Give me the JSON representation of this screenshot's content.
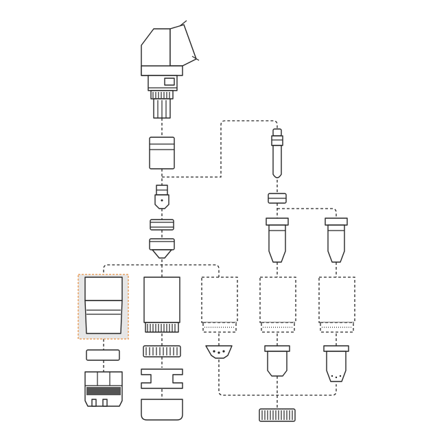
{
  "diagram": {
    "parts": [
      {
        "id": "torch-head",
        "icon": "torch-head-icon"
      },
      {
        "id": "torch-body-threads",
        "icon": "thread-fitting-icon"
      },
      {
        "id": "retaining-cap-adapter",
        "icon": "sleeve-icon"
      },
      {
        "id": "electrode",
        "icon": "electrode-icon"
      },
      {
        "id": "swirl-ring",
        "icon": "ring-icon"
      },
      {
        "id": "nozzle",
        "icon": "nozzle-icon"
      },
      {
        "id": "long-electrode",
        "icon": "probe-icon"
      },
      {
        "id": "small-swirl-ring",
        "icon": "ring-icon"
      },
      {
        "id": "nozzle-a",
        "icon": "nozzle-icon"
      },
      {
        "id": "nozzle-b",
        "icon": "nozzle-icon"
      },
      {
        "id": "retaining-cap-selected",
        "icon": "cap-icon",
        "selected": true
      },
      {
        "id": "retaining-cap-knurled",
        "icon": "cap-icon"
      },
      {
        "id": "retaining-cap-option-1",
        "icon": "cap-outline-icon"
      },
      {
        "id": "retaining-cap-option-2",
        "icon": "cap-outline-icon"
      },
      {
        "id": "retaining-cap-option-3",
        "icon": "cap-outline-icon"
      },
      {
        "id": "spacer-ring",
        "icon": "ring-icon"
      },
      {
        "id": "drag-shield",
        "icon": "castellated-shield-icon"
      },
      {
        "id": "knurled-ring",
        "icon": "knurled-ring-icon"
      },
      {
        "id": "deflector",
        "icon": "deflector-icon"
      },
      {
        "id": "shield-cup",
        "icon": "cup-icon"
      },
      {
        "id": "vented-shield",
        "icon": "vented-shield-icon"
      },
      {
        "id": "shield-a",
        "icon": "shield-icon"
      },
      {
        "id": "shield-b",
        "icon": "shield-icon"
      },
      {
        "id": "knurled-base-ring",
        "icon": "knurled-ring-icon"
      }
    ],
    "colors": {
      "line": "#222222",
      "selection_outline": "#e8a060",
      "selection_fill": "#e6e6e6",
      "background": "#ffffff"
    }
  }
}
